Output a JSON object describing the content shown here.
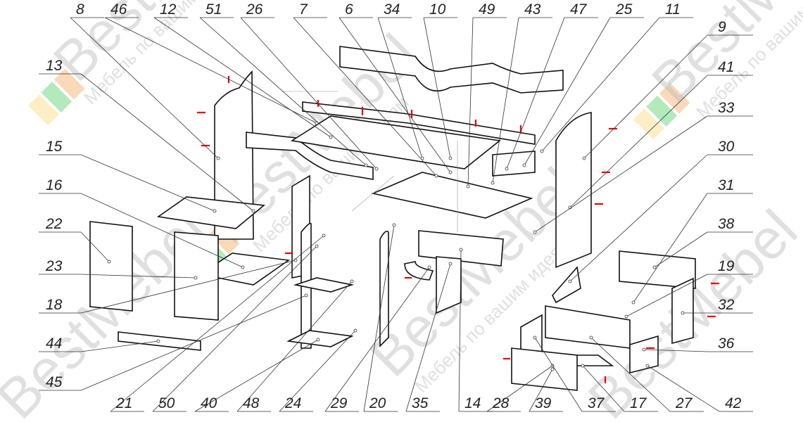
{
  "title": "Exploded assembly diagram",
  "watermark": {
    "brand": "BestMebel",
    "slogan": "Мебель по вашим идеям"
  },
  "callouts": {
    "top": [
      "8",
      "46",
      "12",
      "51",
      "26",
      "7",
      "6",
      "34",
      "10",
      "49",
      "43",
      "47",
      "25",
      "11"
    ],
    "right": [
      "9",
      "41",
      "33",
      "30",
      "31",
      "38",
      "19",
      "32",
      "36"
    ],
    "left": [
      "13",
      "15",
      "16",
      "22",
      "23",
      "18",
      "44",
      "45"
    ],
    "bottom": [
      "21",
      "50",
      "40",
      "48",
      "24",
      "29",
      "20",
      "35",
      "14",
      "28",
      "39",
      "37",
      "17",
      "27",
      "42"
    ]
  },
  "colors": {
    "hardware": "#e00000",
    "line": "#111111",
    "logo_green": "#7fdc8f",
    "logo_orange": "#f7c08a",
    "logo_yellow": "#fbe3a0"
  }
}
